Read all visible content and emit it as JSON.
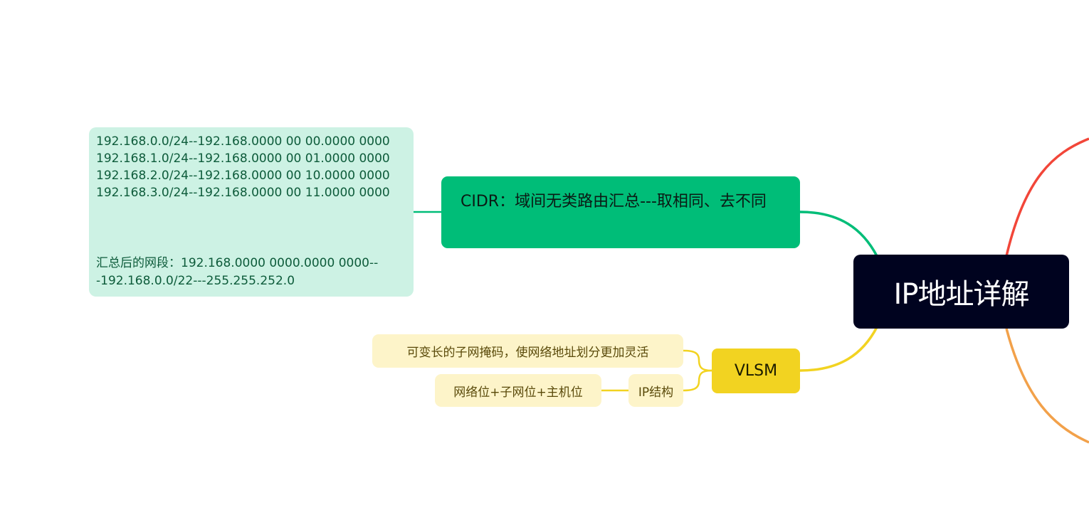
{
  "mindmap": {
    "central": {
      "label": "IP地址详解"
    },
    "cidr": {
      "label": "CIDR：域间无类路由汇总---取相同、去不同",
      "note": {
        "lines": [
          "192.168.0.0/24--192.168.0000 00 00.0000 0000",
          "192.168.1.0/24--192.168.0000 00 01.0000 0000",
          "192.168.2.0/24--192.168.0000 00 10.0000 0000",
          "192.168.3.0/24--192.168.0000 00 11.0000 0000"
        ],
        "summary": "汇总后的网段：192.168.0000 0000.0000 0000---192.168.0.0/22---255.255.252.0"
      }
    },
    "vlsm": {
      "label": "VLSM",
      "children": [
        {
          "label": "可变长的子网掩码，使网络地址划分更加灵活"
        },
        {
          "label": "IP结构",
          "children": [
            {
              "label": "网络位+子网位+主机位"
            }
          ]
        }
      ]
    }
  },
  "colors": {
    "central_bg": "#00031f",
    "cidr_branch": "#00bd78",
    "cidr_note_bg": "#cdf2e4",
    "vlsm_branch": "#f2d321",
    "vlsm_leaf_bg": "#fdf4c9",
    "offscreen_branch_top": "#f24639",
    "offscreen_branch_bottom": "#f2a14a"
  }
}
